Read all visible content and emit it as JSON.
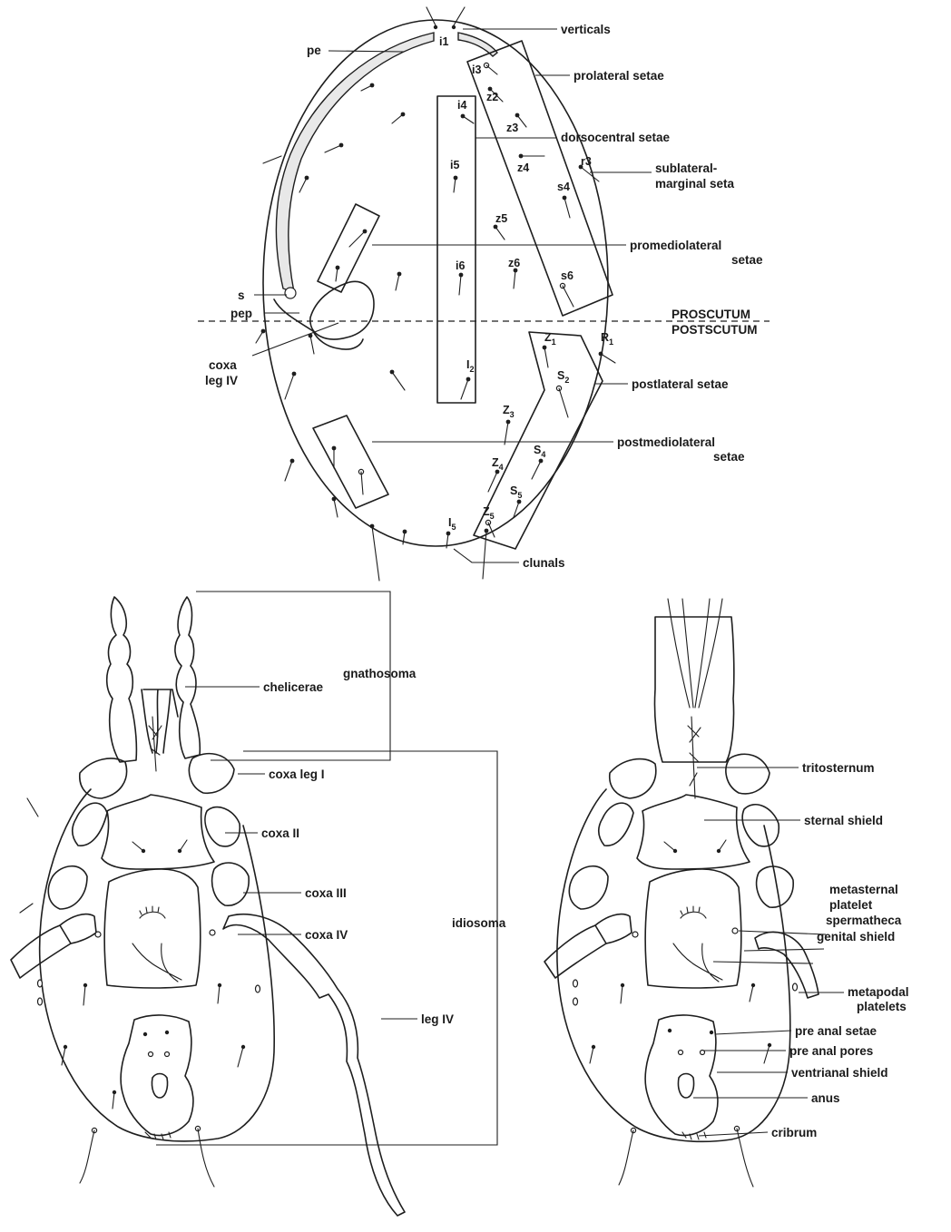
{
  "dorsal": {
    "labels": {
      "pe": "pe",
      "s": "s",
      "pep": "pep",
      "coxa": "coxa",
      "leg_iv": "leg IV",
      "verticals": "verticals",
      "prolateral_setae": "prolateral setae",
      "dorsocentral_setae": "dorsocentral setae",
      "sublateral_1": "sublateral-",
      "sublateral_2": "marginal seta",
      "promediolateral_1": "promediolateral",
      "promediolateral_2": "setae",
      "proscutum": "PROSCUTUM",
      "postscutum": "POSTSCUTUM",
      "postlateral_setae": "postlateral setae",
      "postmediolateral_1": "postmediolateral",
      "postmediolateral_2": "setae",
      "clunals": "clunals"
    },
    "setae": {
      "i1": "i1",
      "i3": "i3",
      "z2": "z2",
      "z3": "z3",
      "i4": "i4",
      "z4": "z4",
      "r3": "r3",
      "i5": "i5",
      "s4": "s4",
      "z5": "z5",
      "i6": "i6",
      "z6": "z6",
      "s6": "s6",
      "Z1": "Z",
      "Z1_sub": "1",
      "R1": "R",
      "R1_sub": "1",
      "I2": "I",
      "I2_sub": "2",
      "S2": "S",
      "S2_sub": "2",
      "Z3": "Z",
      "Z3_sub": "3",
      "Z4": "Z",
      "Z4_sub": "4",
      "S4": "S",
      "S4_sub": "4",
      "S5": "S",
      "S5_sub": "5",
      "Z5": "Z",
      "Z5_sub": "5",
      "I5": "I",
      "I5_sub": "5"
    }
  },
  "ventral_left": {
    "labels": {
      "chelicerae": "chelicerae",
      "gnathosoma": "gnathosoma",
      "coxa_leg_i": "coxa leg I",
      "coxa_ii": "coxa II",
      "coxa_iii": "coxa III",
      "coxa_iv": "coxa IV",
      "idiosoma": "idiosoma",
      "leg_iv": "leg IV"
    }
  },
  "ventral_right": {
    "labels": {
      "tritosternum": "tritosternum",
      "sternal_shield": "sternal shield",
      "metasternal_1": "metasternal",
      "metasternal_2": "platelet",
      "spermatheca": "spermatheca",
      "genital_shield": "genital shield",
      "metapodal_1": "metapodal",
      "metapodal_2": "platelets",
      "pre_anal_setae": "pre anal setae",
      "pre_anal_pores": "pre anal pores",
      "ventrianal_shield": "ventrianal shield",
      "anus": "anus",
      "cribrum": "cribrum"
    }
  }
}
